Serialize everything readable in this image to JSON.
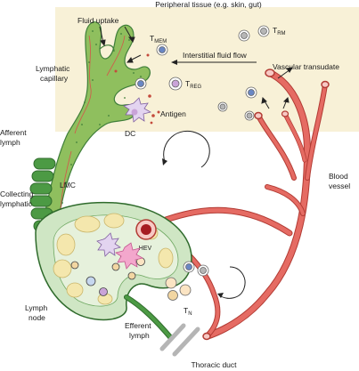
{
  "labels": {
    "peripheral_tissue": "Peripheral tissue (e.g. skin, gut)",
    "fluid_uptake": "Fluid uptake",
    "t_mem_main": "T",
    "t_mem_sub": "MEM",
    "t_rm_main": "T",
    "t_rm_sub": "RM",
    "lymphatic_capillary_l1": "Lymphatic",
    "lymphatic_capillary_l2": "capillary",
    "interstitial_fluid_flow": "Interstitial fluid flow",
    "vascular_transudate": "Vascular transudate",
    "t_reg_main": "T",
    "t_reg_sub": "REG",
    "antigen": "Antigen",
    "dc": "DC",
    "afferent_lymph_l1": "Afferent",
    "afferent_lymph_l2": "lymph",
    "lmc": "LMC",
    "collecting_lymphatic_l1": "Collecting",
    "collecting_lymphatic_l2": "lymphatic",
    "blood_vessel_l1": "Blood",
    "blood_vessel_l2": "vessel",
    "hev": "HEV",
    "lymph_node_l1": "Lymph",
    "lymph_node_l2": "node",
    "efferent_lymph_l1": "Efferent",
    "efferent_lymph_l2": "lymph",
    "t_n_main": "T",
    "t_n_sub": "N",
    "thoracic_duct": "Thoracic duct"
  },
  "colors": {
    "tissue_bg": "#f8f1d7",
    "lymphatic_green": "#8fbf5e",
    "lymphatic_dark": "#3f7f3a",
    "node_fill": "#cfe6c4",
    "follicle_fill": "#f4e7ad",
    "blood_red": "#e56b63",
    "blood_dark": "#b23b34"
  }
}
